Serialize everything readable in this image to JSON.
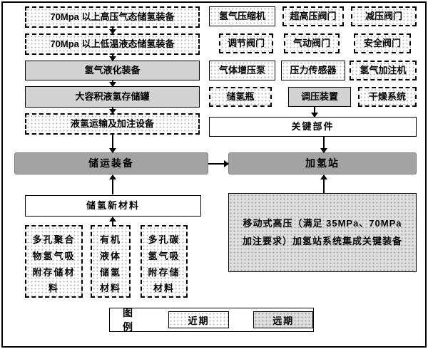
{
  "colors": {
    "hub_node": "#a3a3a3",
    "gray_node": "#d2d2d2",
    "stipple_dot": "#b3b3b3",
    "stipple_gray_bg": "#dedede",
    "border": "#000000"
  },
  "storage_chain": {
    "items": [
      "70Mpa 以上高压气态储氢装备",
      "70Mpa 以上低温液态储氢装备",
      "氢气液化装备",
      "大容积液氢存储罐",
      "液氢运输及加注设备"
    ],
    "hub": "储运装备"
  },
  "components": {
    "grid": [
      "氢气压缩机",
      "超高压阀门",
      "减压阀门",
      "调节阀门",
      "气动阀门",
      "安全阀门",
      "气体增压泵",
      "压力传感器",
      "氢气加注机",
      "储氢瓶",
      "调压装置",
      "干燥系统"
    ],
    "hub_label": "关键部件",
    "station": "加氢站"
  },
  "materials": {
    "hub": "储氢新材料",
    "items": [
      "多孔聚合物氢气吸附存储材料",
      "有机液体储氢材料",
      "多孔碳氢气吸附存储材料"
    ]
  },
  "station_system": "移动式高压（满足 35MPa、70MPa 加注要求）加氢站系统集成关键装备",
  "legend": {
    "title": "图例",
    "near": "近期",
    "far": "远期"
  }
}
